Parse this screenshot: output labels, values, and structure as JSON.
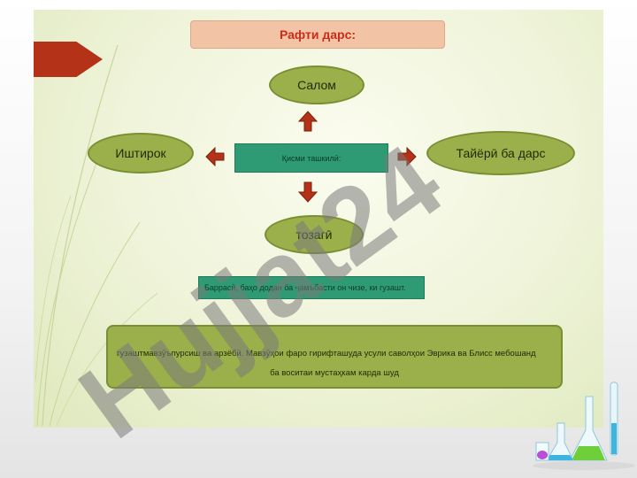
{
  "title": "Рафти дарс:",
  "nodes": {
    "top": "Салом",
    "left": "Иштирок",
    "right": "Тайёрӣ ба дарс",
    "bottom": "тозагӣ"
  },
  "center_label": "Қисми ташкилӣ:",
  "text_box": "Баррасӣ, баҳо додан ба ҷамъбасти он чизе, ки гузашт.",
  "bottom_box": {
    "line1": "гузаштмавзӯъпурсиш ва арзёбӣ. Мавзӯҳои фаро гирифташуда усули саволҳои Эврика ва Блисс мебошанд",
    "line2": "ба воситаи мустаҳкам карда шуд"
  },
  "watermark": "Hujjat24",
  "colors": {
    "accent_red": "#b33218",
    "node_green": "#9bb04a",
    "box_teal": "#2e9b74",
    "title_fill": "#f3c3a6",
    "title_text": "#c62d1a"
  }
}
